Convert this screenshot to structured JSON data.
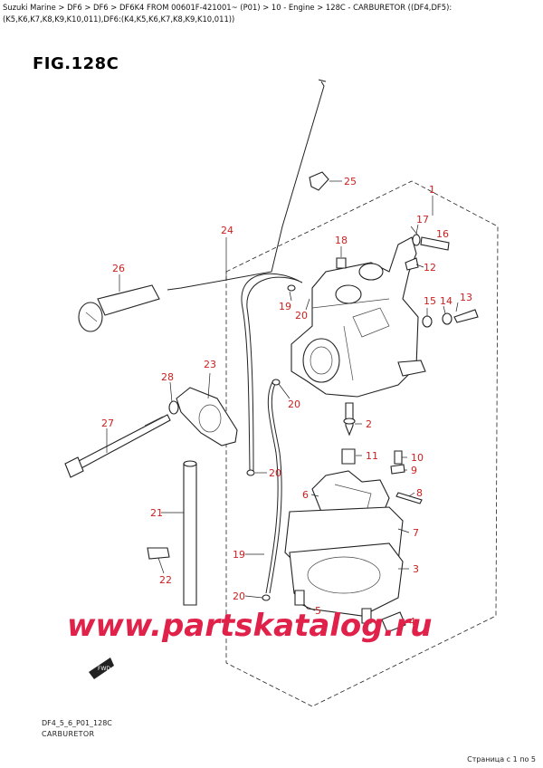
{
  "breadcrumb": "Suzuki Marine > DF6 > DF6 > DF6K4 FROM 00601F-421001~ (P01) > 10 - Engine > 128C - CARBURETOR ((DF4,DF5):(K5,K6,K7,K8,K9,K10,011),DF6:(K4,K5,K6,K7,K8,K9,K10,011))",
  "figure_title": "FIG.128C",
  "drawing_code": "DF4_5_6_P01_128C",
  "caption": "CARBURETOR",
  "pager": "Страница с 1 по 5",
  "watermark": "www.partskatalog.ru",
  "fwd_label": "FWD",
  "callouts": [
    "1",
    "2",
    "3",
    "4",
    "5",
    "6",
    "7",
    "8",
    "9",
    "10",
    "11",
    "12",
    "13",
    "14",
    "15",
    "16",
    "17",
    "18",
    "19",
    "19",
    "20",
    "20",
    "20",
    "20",
    "21",
    "22",
    "23",
    "24",
    "25",
    "26",
    "27",
    "28"
  ],
  "colors": {
    "callout": "#cc1f1f",
    "watermark": "#e0224a",
    "line": "#222222"
  }
}
